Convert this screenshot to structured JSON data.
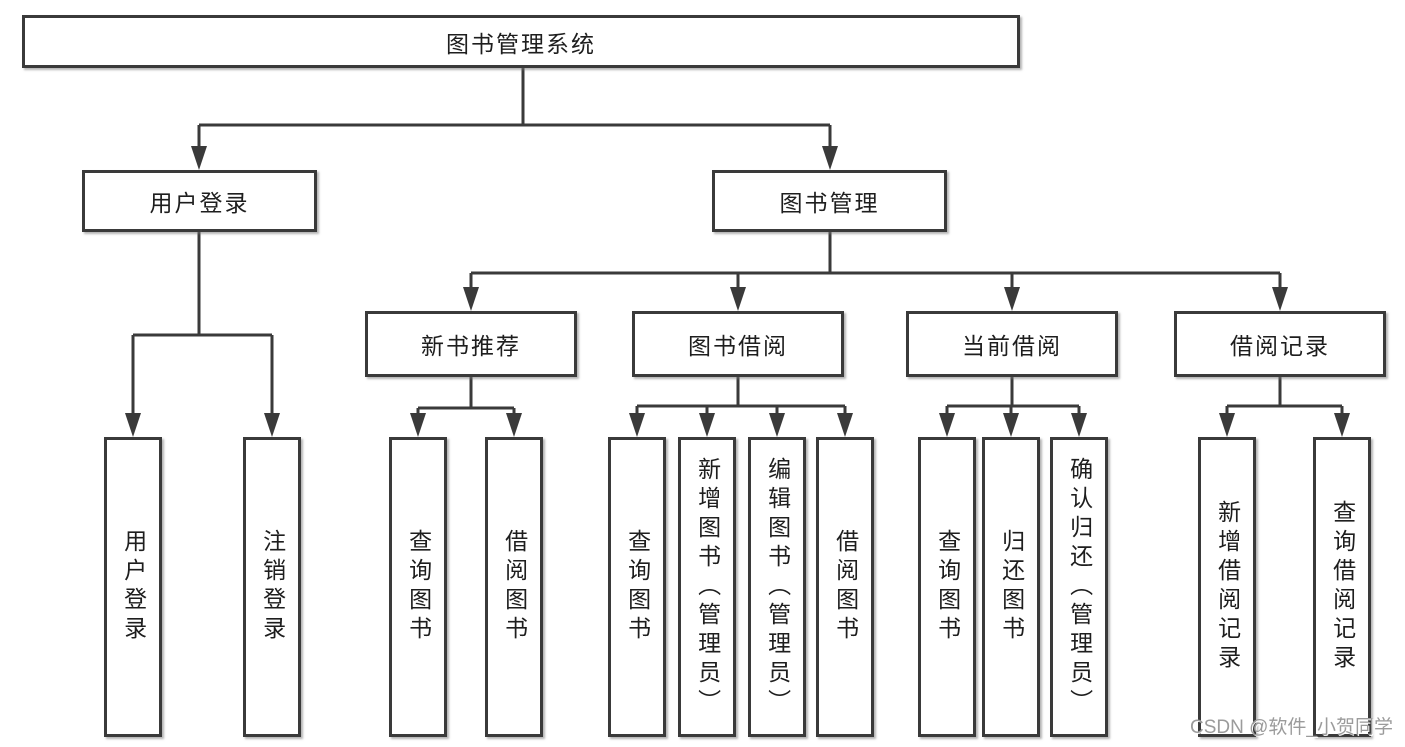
{
  "diagram": {
    "root": "图书管理系统",
    "level2": [
      "用户登录",
      "图书管理"
    ],
    "level3": [
      "新书推荐",
      "图书借阅",
      "当前借阅",
      "借阅记录"
    ],
    "leaves_user_login": [
      "用户登录",
      "注销登录"
    ],
    "leaves_new_books": [
      "查询图书",
      "借阅图书"
    ],
    "leaves_book_borrow": [
      "查询图书",
      "新增图书（管理员）",
      "编辑图书（管理员）",
      "借阅图书"
    ],
    "leaves_current_borrow": [
      "查询图书",
      "归还图书",
      "确认归还（管理员）"
    ],
    "leaves_borrow_records": [
      "新增借阅记录",
      "查询借阅记录"
    ]
  },
  "watermark": "CSDN @软件_小贺同学",
  "colors": {
    "line": "#3a3a3a",
    "border": "#3a3a3a",
    "text": "#1e1e1e",
    "background": "#ffffff",
    "watermark": "#9b9b9b"
  }
}
